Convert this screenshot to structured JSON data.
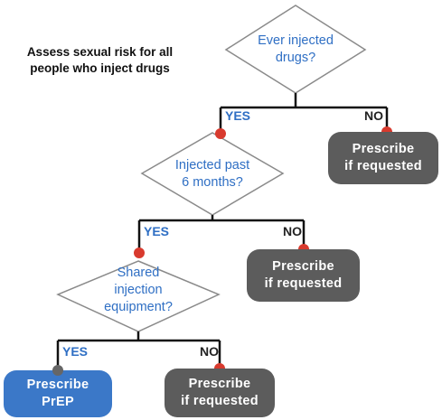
{
  "intro": {
    "line1": "Assess sexual risk for all",
    "line2": "people who inject drugs"
  },
  "decisions": [
    {
      "lines": [
        "Ever injected",
        "drugs?"
      ]
    },
    {
      "lines": [
        "Injected past",
        "6 months?"
      ]
    },
    {
      "lines": [
        "Shared",
        "injection",
        "equipment?"
      ]
    }
  ],
  "branches": {
    "yes": "YES",
    "no": "NO"
  },
  "outcomes": {
    "prescribe_if_requested": [
      "Prescribe",
      "if requested"
    ],
    "prescribe_prep": [
      "Prescribe",
      "PrEP"
    ]
  },
  "colors": {
    "question_text": "#2f6fc4",
    "diamond_outline": "#8a8a8a",
    "connector": "#111111",
    "dot": "#d83a2e",
    "dot_final_yes": "#666666",
    "grey_box": "#5c5c5c",
    "blue_box": "#3b78c8"
  }
}
